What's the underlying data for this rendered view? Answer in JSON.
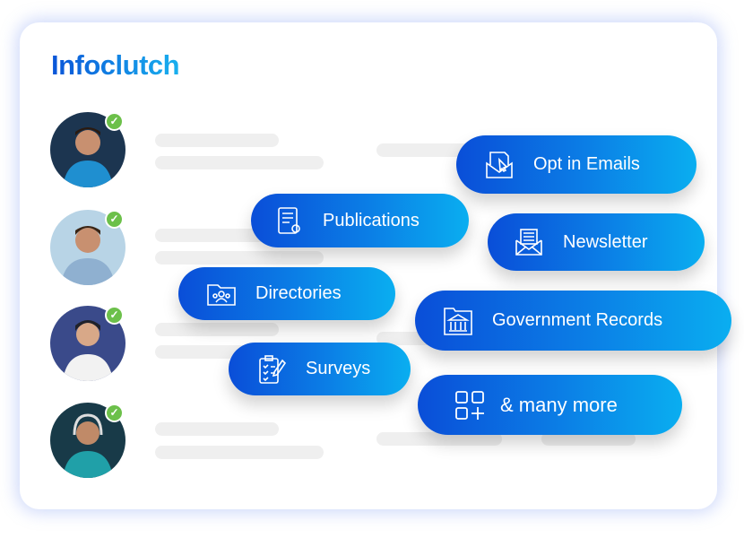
{
  "brand": {
    "logo_text": "Infoclutch"
  },
  "profiles": [
    {
      "name": "profile-1",
      "verified": true
    },
    {
      "name": "profile-2",
      "verified": true
    },
    {
      "name": "profile-3",
      "verified": true
    },
    {
      "name": "profile-4",
      "verified": true
    }
  ],
  "check_glyph": "✓",
  "pills": [
    {
      "label": "Opt in Emails",
      "icon": "email-click-icon"
    },
    {
      "label": "Publications",
      "icon": "document-icon"
    },
    {
      "label": "Newsletter",
      "icon": "newsletter-icon"
    },
    {
      "label": "Directories",
      "icon": "folder-people-icon"
    },
    {
      "label": "Government Records",
      "icon": "government-building-icon"
    },
    {
      "label": "Surveys",
      "icon": "clipboard-checklist-icon"
    },
    {
      "label": "& many more",
      "icon": "grid-plus-icon"
    }
  ],
  "colors": {
    "gradient_start": "#0a4ed8",
    "gradient_end": "#0aaef0",
    "check": "#6cc04a"
  }
}
